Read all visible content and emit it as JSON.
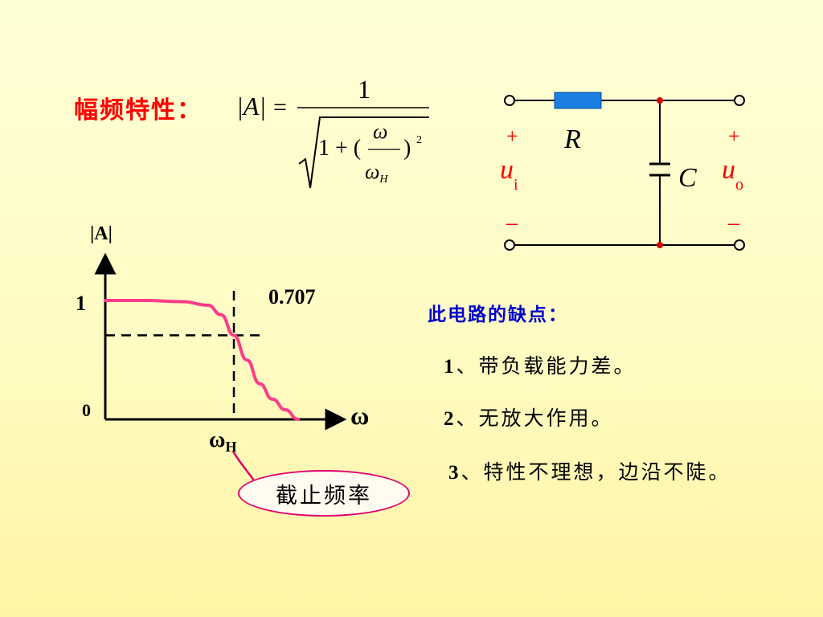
{
  "heading": "幅频特性：",
  "formula": {
    "lhs": "|A|",
    "equals": "=",
    "numerator": "1",
    "one_plus": "1 + (",
    "omega": "ω",
    "omega_h_symbol": "ω",
    "omega_h_sub": "H",
    "close_paren": ")",
    "exponent": "2"
  },
  "circuit": {
    "resistor_label": "R",
    "capacitor_label": "C",
    "input_plus": "+",
    "input_minus": "–",
    "input_symbol": "u",
    "input_sub": "i",
    "output_plus": "+",
    "output_minus": "–",
    "output_symbol": "u",
    "output_sub": "o",
    "resistor_color": "#1a7fe0",
    "node_color": "#dd0000"
  },
  "chart_data": {
    "type": "line",
    "ylabel": "|A|",
    "xlabel": "ω",
    "y_tick_labels": [
      "1",
      "0"
    ],
    "annotation_value": "0.707",
    "cutoff_label_symbol": "ω",
    "cutoff_label_sub": "H",
    "ylim": [
      0,
      1.2
    ],
    "cutoff_x": 1.0,
    "cutoff_level": 0.707,
    "curve_color": "#ff3d8a",
    "series": [
      {
        "x": [
          0.0,
          0.3,
          0.6,
          0.8,
          0.9,
          1.0,
          1.1,
          1.2,
          1.3,
          1.4,
          1.5
        ],
        "y": [
          1.0,
          1.0,
          0.99,
          0.96,
          0.88,
          0.707,
          0.5,
          0.3,
          0.17,
          0.08,
          0.0
        ]
      }
    ]
  },
  "callout_label": "截止频率",
  "notes": {
    "title": "此电路的缺点：",
    "items": [
      {
        "num": "1",
        "text": "、带负载能力差。"
      },
      {
        "num": "2",
        "text": "、无放大作用。"
      },
      {
        "num": "3",
        "text": "、特性不理想，边沿不陡。"
      }
    ]
  }
}
